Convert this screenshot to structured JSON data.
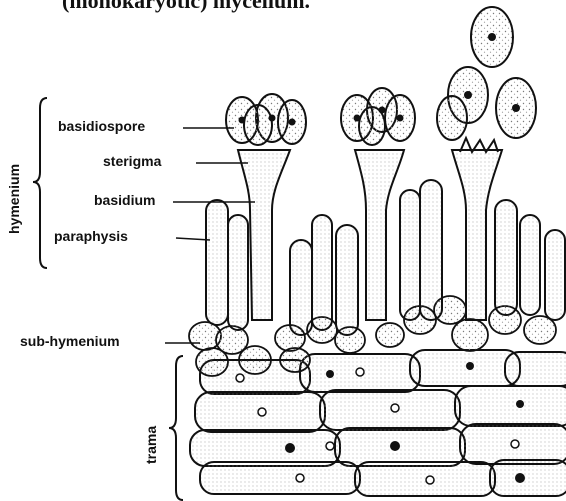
{
  "caption": "(monokaryotic) mycelium.",
  "labels": {
    "basidiospore": "basidiospore",
    "sterigma": "sterigma",
    "basidium": "basidium",
    "paraphysis": "paraphysis",
    "sub_hymenium": "sub-hymenium",
    "hymenium": "hymenium",
    "trama": "trama"
  },
  "colors": {
    "ink": "#111111",
    "paper": "#ffffff",
    "stipple": "#8a8a8a"
  }
}
